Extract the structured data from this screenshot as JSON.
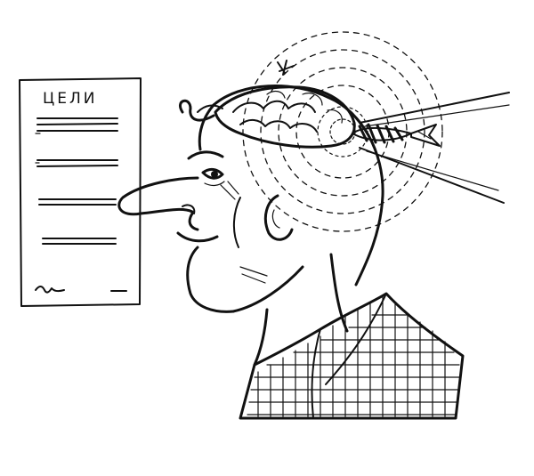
{
  "poster": {
    "title": "ЦЕЛИ"
  },
  "colors": {
    "ink": "#111111",
    "paper": "#ffffff"
  },
  "icons": [
    "goals-poster",
    "man-profile",
    "brain",
    "dart",
    "target-rings"
  ]
}
